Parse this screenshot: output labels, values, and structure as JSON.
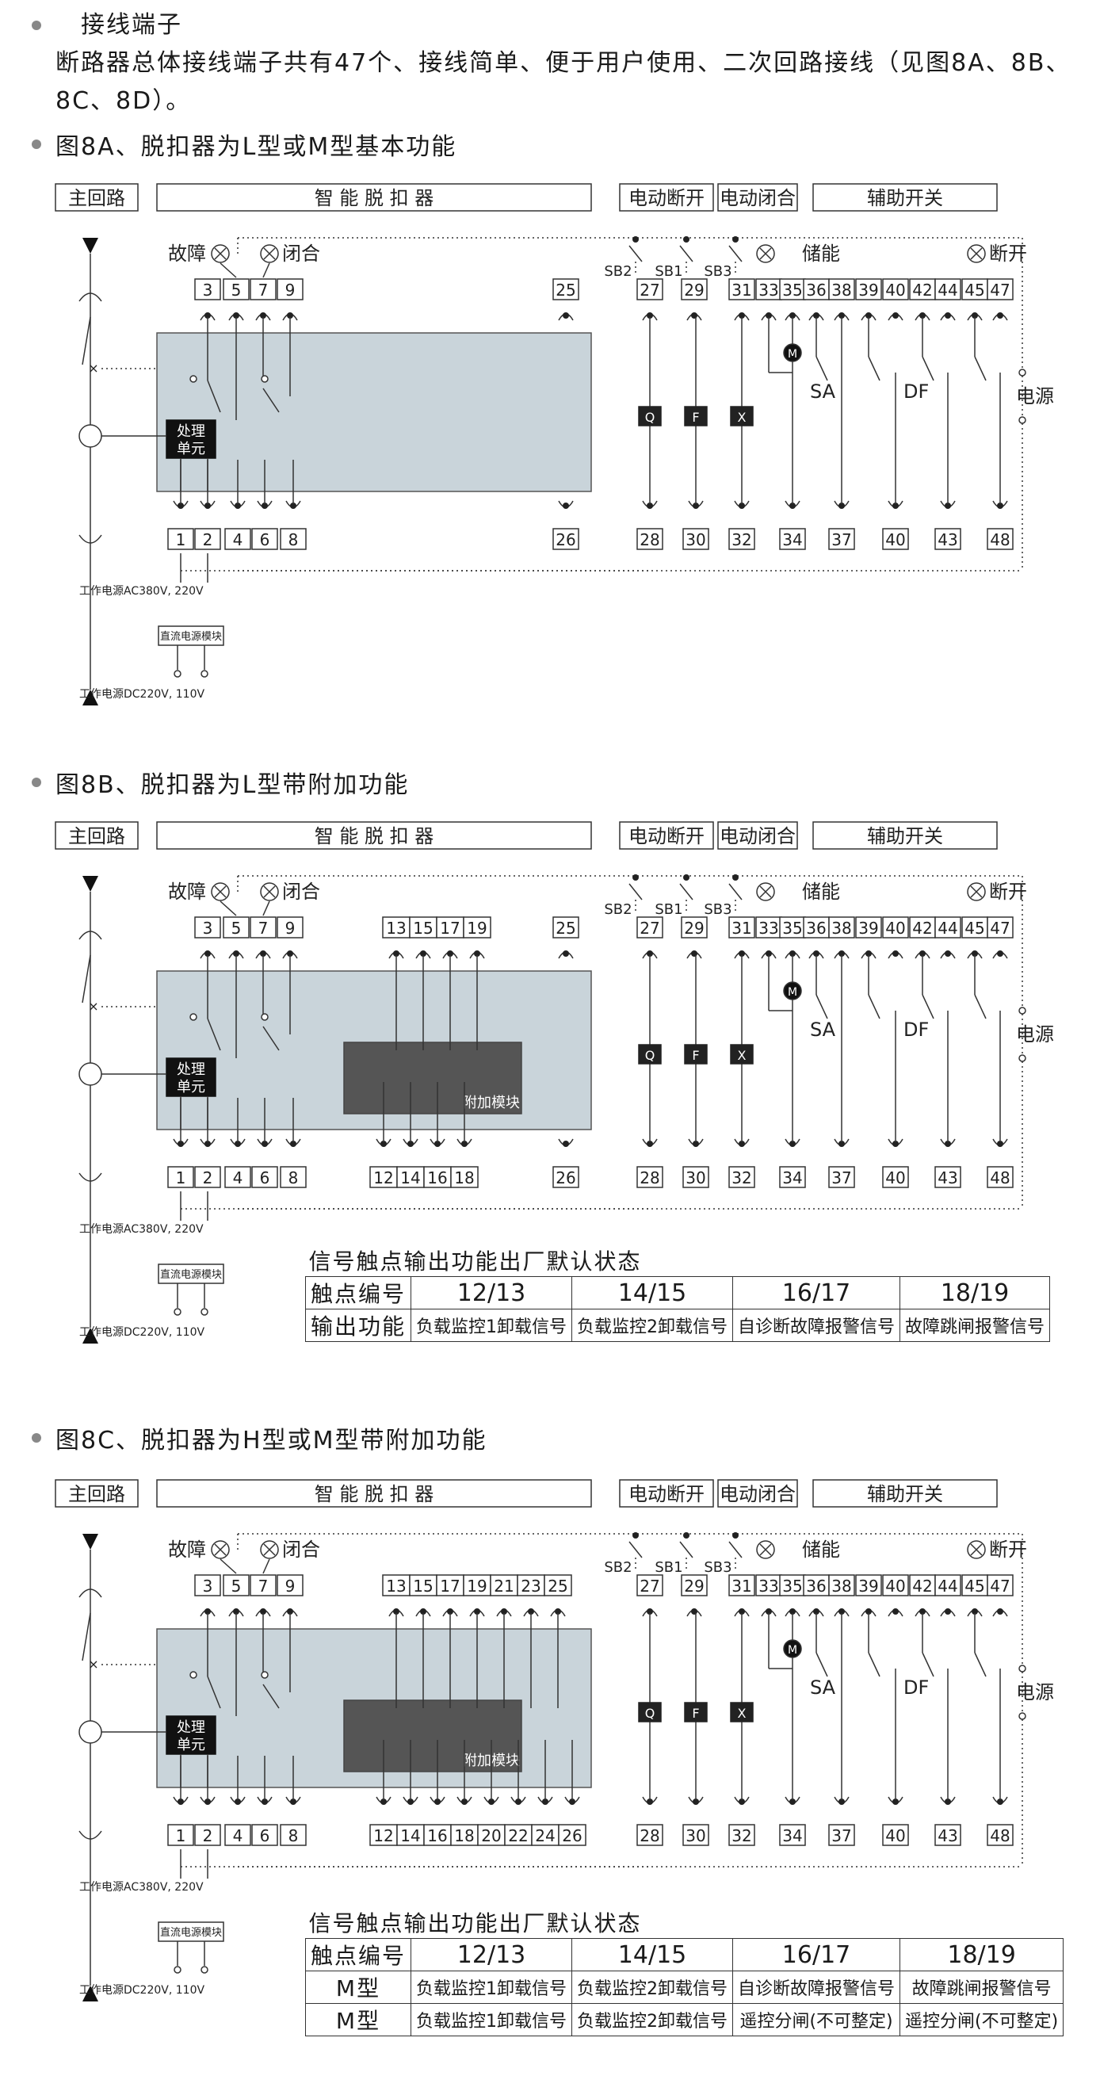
{
  "intro": {
    "heading": "接线端子",
    "body": "断路器总体接线端子共有47个、接线简单、便于用户使用、二次回路接线（见图8A、8B、8C、8D）。"
  },
  "common": {
    "hdr_main": "主回路",
    "hdr_trip": "智 能 脱 扣 器",
    "hdr_open": "电动断开",
    "hdr_close": "电动闭合",
    "hdr_aux": "辅助开关",
    "fault": "故障",
    "closed": "闭合",
    "store": "储能",
    "off": "断开",
    "power": "电源",
    "proc_1": "处理",
    "proc_2": "单元",
    "addon": "附加模块",
    "sb2": "SB2",
    "sb1": "SB1",
    "sb3": "SB3",
    "q": "Q",
    "f": "F",
    "x": "X",
    "m": "M",
    "sa": "SA",
    "df": "DF",
    "work_ac": "工作电源AC380V, 220V",
    "dc_module": "直流电源模块",
    "work_dc": "工作电源DC220V, 110V"
  },
  "figures": [
    {
      "title": "图8A、脱扣器为L型或M型基本功能",
      "top_mid": [],
      "bot_mid": [],
      "top_25": "25",
      "bot_26": "26"
    },
    {
      "title": "图8B、脱扣器为L型带附加功能",
      "top_mid": [
        "13",
        "15",
        "17",
        "19"
      ],
      "bot_mid": [
        "12",
        "14",
        "16",
        "18"
      ],
      "top_25": "25",
      "bot_26": "26"
    },
    {
      "title": "图8C、脱扣器为H型或M型带附加功能",
      "top_mid": [
        "13",
        "15",
        "17",
        "19",
        "21",
        "23",
        "25"
      ],
      "bot_mid": [
        "12",
        "14",
        "16",
        "18",
        "20",
        "22",
        "24",
        "26"
      ]
    }
  ],
  "terminals": {
    "top_left": [
      "3",
      "5",
      "7",
      "9"
    ],
    "top_right": [
      "27",
      "29",
      "31",
      "33",
      "35",
      "36",
      "38",
      "39",
      "40",
      "42",
      "44",
      "45",
      "47"
    ],
    "bot_left": [
      "1",
      "2",
      "4",
      "6",
      "8"
    ],
    "bot_right": [
      "28",
      "30",
      "32",
      "34",
      "37",
      "40",
      "43",
      "48"
    ]
  },
  "table_b": {
    "caption": "信号触点输出功能出厂默认状态",
    "head_label": "触点编号",
    "cols": [
      "12/13",
      "14/15",
      "16/17",
      "18/19"
    ],
    "row_label": "输出功能",
    "row": [
      "负载监控1卸载信号",
      "负载监控2卸载信号",
      "自诊断故障报警信号",
      "故障跳闸报警信号"
    ]
  },
  "table_c": {
    "caption": "信号触点输出功能出厂默认状态",
    "head_label": "触点编号",
    "cols": [
      "12/13",
      "14/15",
      "16/17",
      "18/19"
    ],
    "rows": [
      {
        "label": "M型",
        "cells": [
          "负载监控1卸载信号",
          "负载监控2卸载信号",
          "自诊断故障报警信号",
          "故障跳闸报警信号"
        ]
      },
      {
        "label": "M型",
        "cells": [
          "负载监控1卸载信号",
          "负载监控2卸载信号",
          "遥控分闸(不可整定)",
          "遥控分闸(不可整定)"
        ]
      }
    ]
  }
}
